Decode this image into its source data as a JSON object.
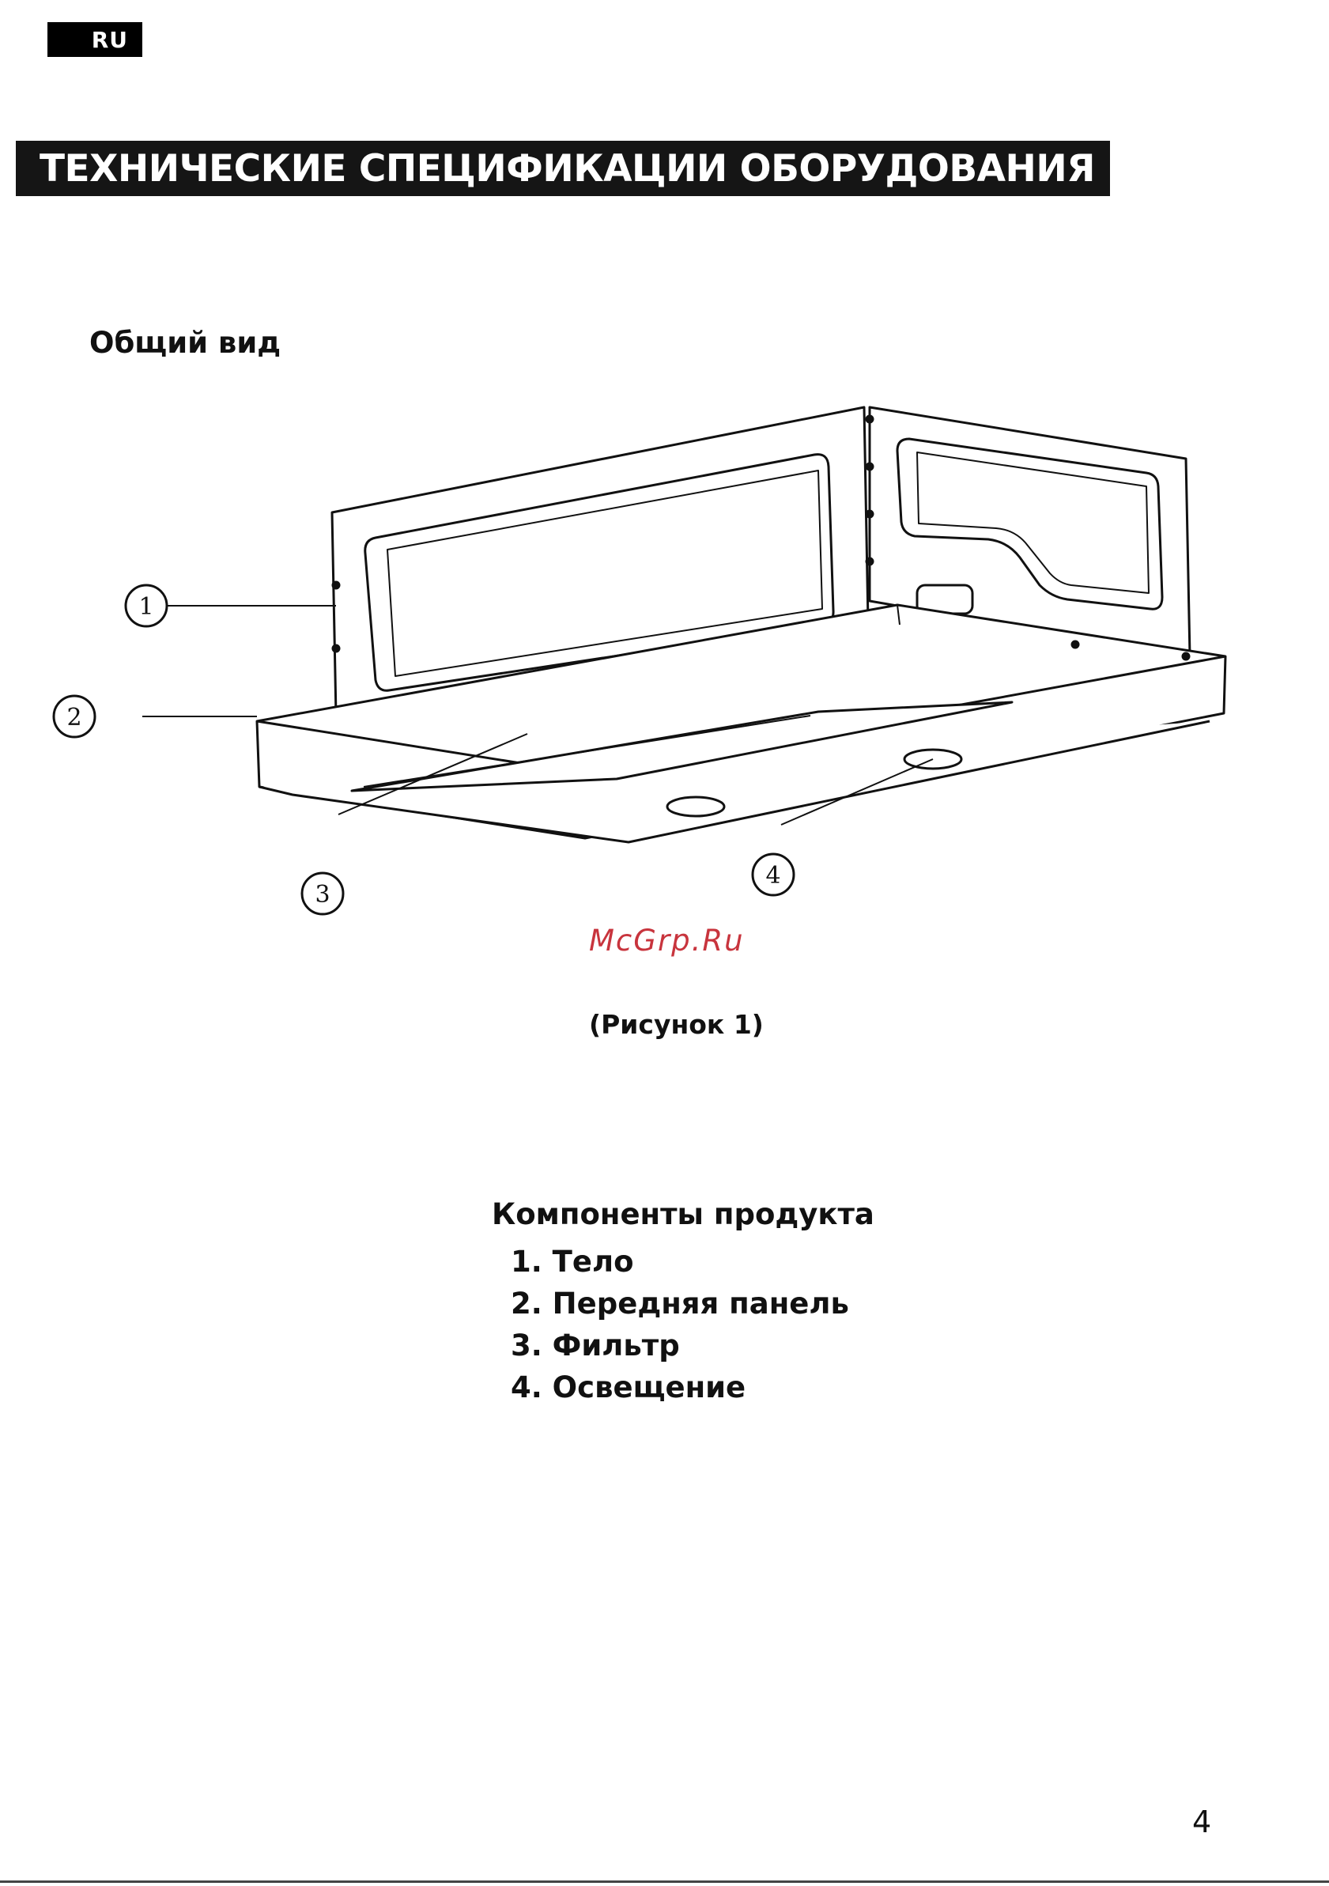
{
  "header": {
    "language": "RU",
    "title": "ТЕХНИЧЕСКИЕ СПЕЦИФИКАЦИИ ОБОРУДОВАНИЯ"
  },
  "general_view": {
    "heading": "Общий вид"
  },
  "figure": {
    "callouts": [
      "1",
      "2",
      "3",
      "4"
    ],
    "watermark": "McGrp.Ru",
    "caption": "(Рисунок 1)"
  },
  "components": {
    "title": "Компоненты продукта",
    "items": [
      "1. Тело",
      "2. Передняя панель",
      "3. Фильтр",
      "4. Освещение"
    ]
  },
  "page_number": "4",
  "colors": {
    "title_bar": "#151515",
    "watermark": "#c8343d"
  }
}
